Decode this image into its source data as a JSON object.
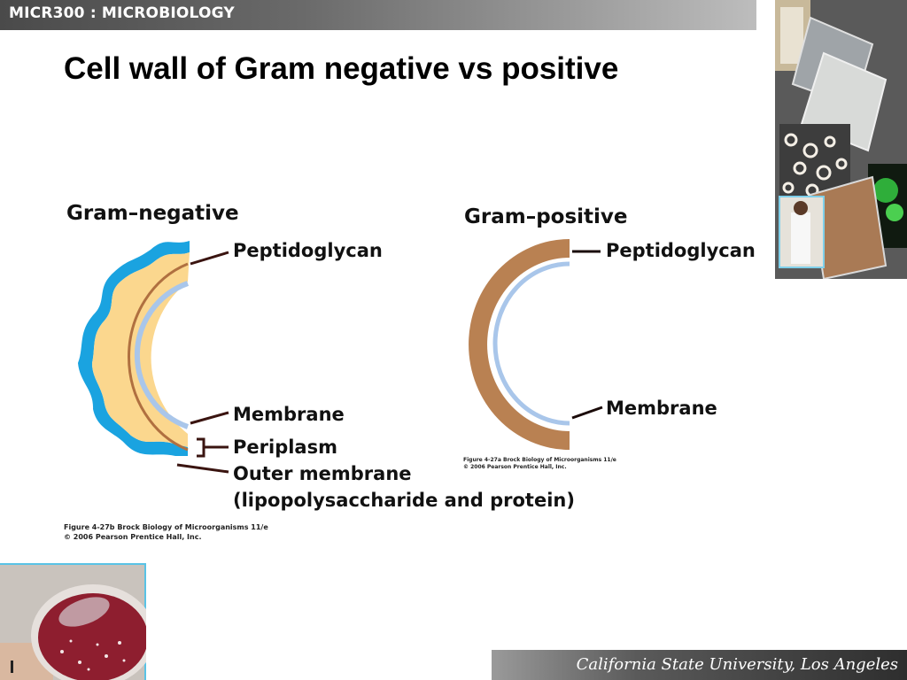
{
  "header": {
    "course_label": "MICR300 : MICROBIOLOGY"
  },
  "slide": {
    "title": "Cell wall of Gram negative vs positive"
  },
  "gram_negative": {
    "heading": "Gram–negative",
    "labels": {
      "peptidoglycan": "Peptidoglycan",
      "membrane": "Membrane",
      "periplasm": "Periplasm",
      "outer_membrane": "Outer membrane",
      "outer_membrane_detail": "(lipopolysaccharide and protein)"
    },
    "credit_line1": "Figure 4-27b  Brock Biology of Microorganisms 11/e",
    "credit_line2": "© 2006 Pearson Prentice Hall, Inc."
  },
  "gram_positive": {
    "heading": "Gram–positive",
    "labels": {
      "peptidoglycan": "Peptidoglycan",
      "membrane": "Membrane"
    },
    "credit_line1": "Figure 4-27a  Brock Biology of Microorganisms 11/e",
    "credit_line2": "© 2006 Pearson Prentice Hall, Inc."
  },
  "footer": {
    "institution": "California State University, Los Angeles"
  },
  "colors": {
    "outer_membrane_blue": "#1aa3e0",
    "periplasm_fill": "#fbd78e",
    "peptidoglycan_line": "#b07040",
    "membrane_light_blue": "#a9c6ea",
    "gram_pos_wall": "#b98152",
    "leader_line": "#3a1410"
  }
}
